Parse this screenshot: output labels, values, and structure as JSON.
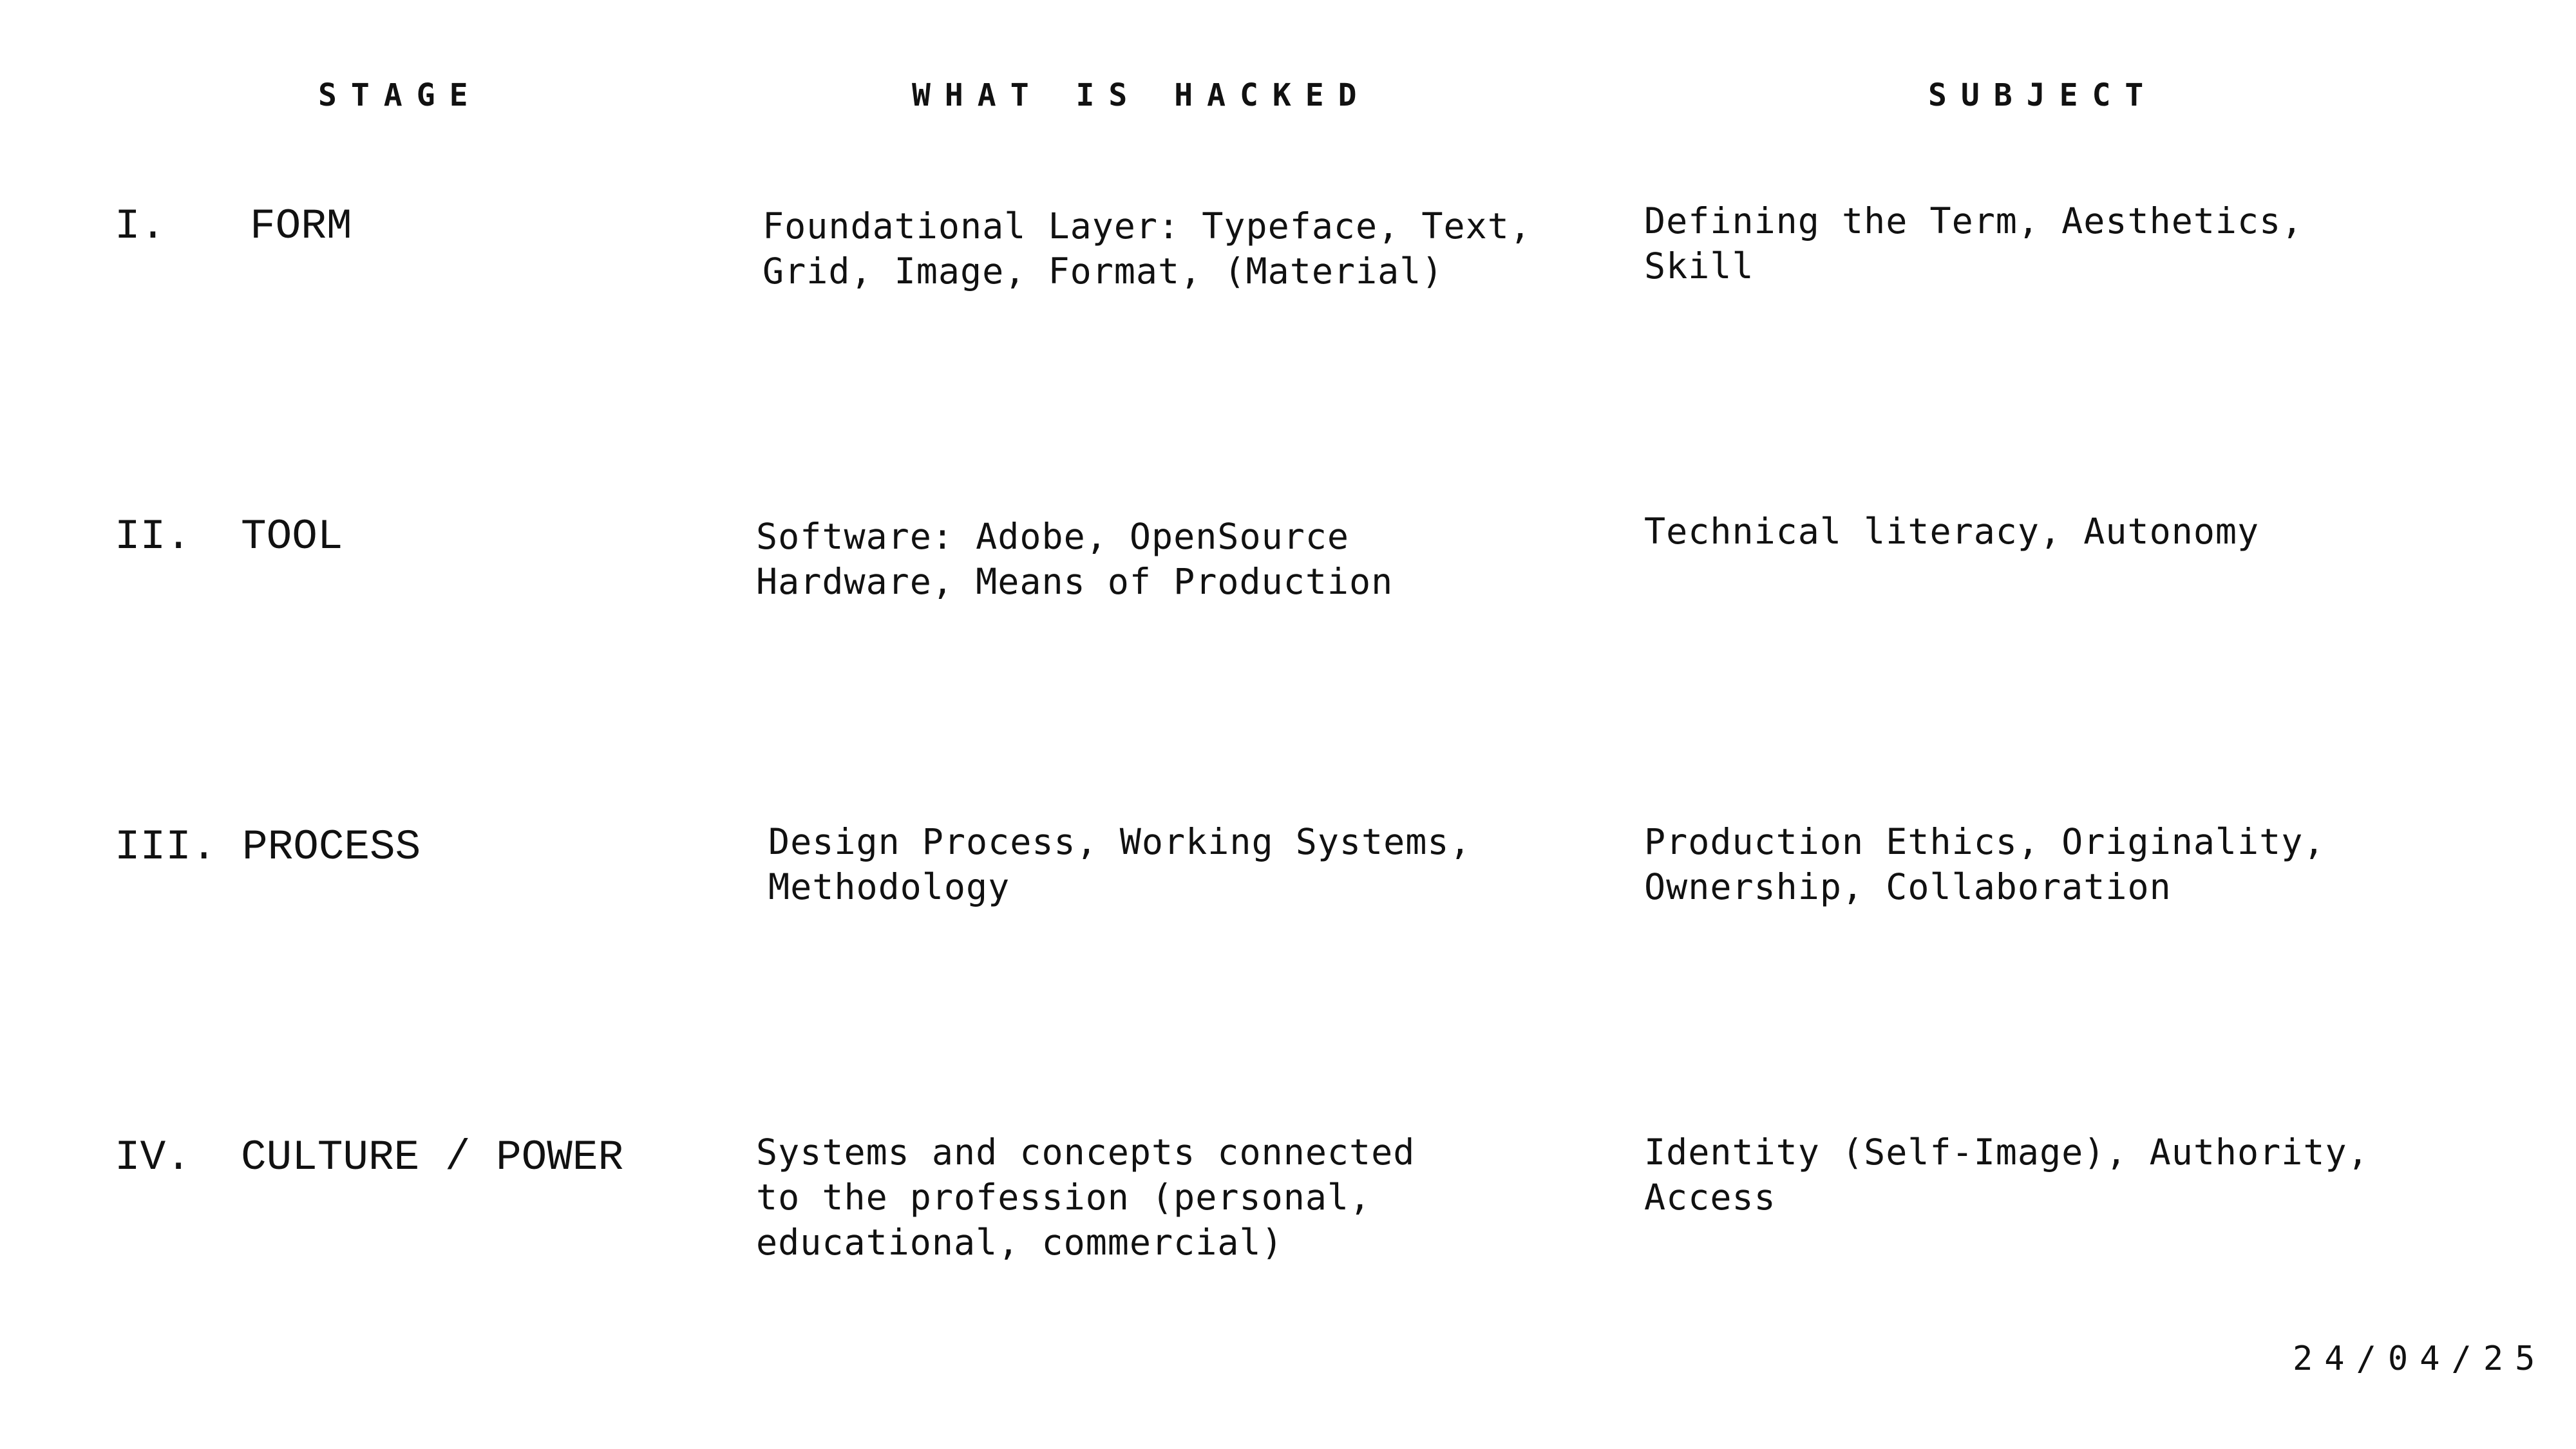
{
  "headers": {
    "stage": "STAGE",
    "what_is_hacked": "WHAT IS HACKED",
    "subject": "SUBJECT"
  },
  "rows": [
    {
      "numeral": "I.",
      "stage": "FORM",
      "what_is_hacked": "Foundational Layer: Typeface, Text,\nGrid, Image, Format, (Material)",
      "subject": "Defining the Term, Aesthetics,\nSkill"
    },
    {
      "numeral": "II.",
      "stage": "TOOL",
      "what_is_hacked": "Software: Adobe, OpenSource\nHardware, Means of Production",
      "subject": "Technical literacy, Autonomy"
    },
    {
      "numeral": "III.",
      "stage": "PROCESS",
      "what_is_hacked": "Design Process, Working Systems,\nMethodology",
      "subject": "Production Ethics, Originality,\nOwnership, Collaboration"
    },
    {
      "numeral": "IV.",
      "stage": "CULTURE / POWER",
      "what_is_hacked": "Systems and concepts connected\nto the profession (personal,\neducational, commercial)",
      "subject": "Identity (Self-Image), Authority,\nAccess"
    }
  ],
  "date": "24/04/25"
}
